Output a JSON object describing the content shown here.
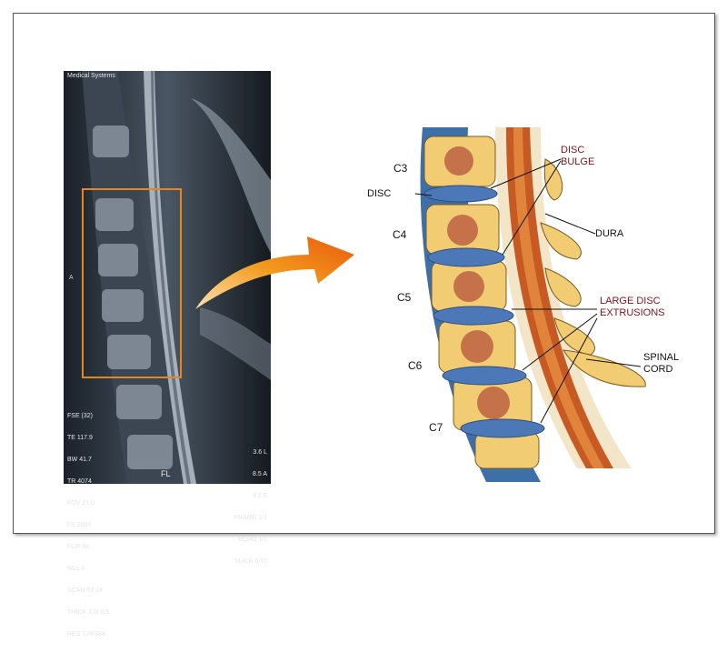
{
  "mri": {
    "header_text": "Medical Systems",
    "sequence_lines": [
      "FSE (32)",
      "TE 117.9",
      "BW 41.7",
      "TR 4074",
      "FOV 21.0",
      "FS 2000",
      "FLIP 90",
      "NEx 3",
      "SCAN 03:24",
      "THICK 3.0/ 0.5",
      "RES 224/384"
    ],
    "right_lines": [
      "3.6 L",
      "8.5 A",
      "4.2 F",
      "FRAME 1/1",
      "ECHO 1/1",
      "SLICE 6/12"
    ],
    "orientation_label": "A",
    "bottom_label": "FL"
  },
  "illustration": {
    "vertebra_labels": [
      "C3",
      "C4",
      "C5",
      "C6",
      "C7"
    ],
    "disc_label": "DISC",
    "disc_bulge_label": [
      "DISC",
      "BULGE"
    ],
    "dura_label": "DURA",
    "extrusion_label": [
      "LARGE DISC",
      "EXTRUSIONS"
    ],
    "spinal_cord_label": [
      "SPINAL",
      "CORD"
    ]
  },
  "colors": {
    "highlight": "#e8861c",
    "annotation_red": "#7a1420"
  }
}
